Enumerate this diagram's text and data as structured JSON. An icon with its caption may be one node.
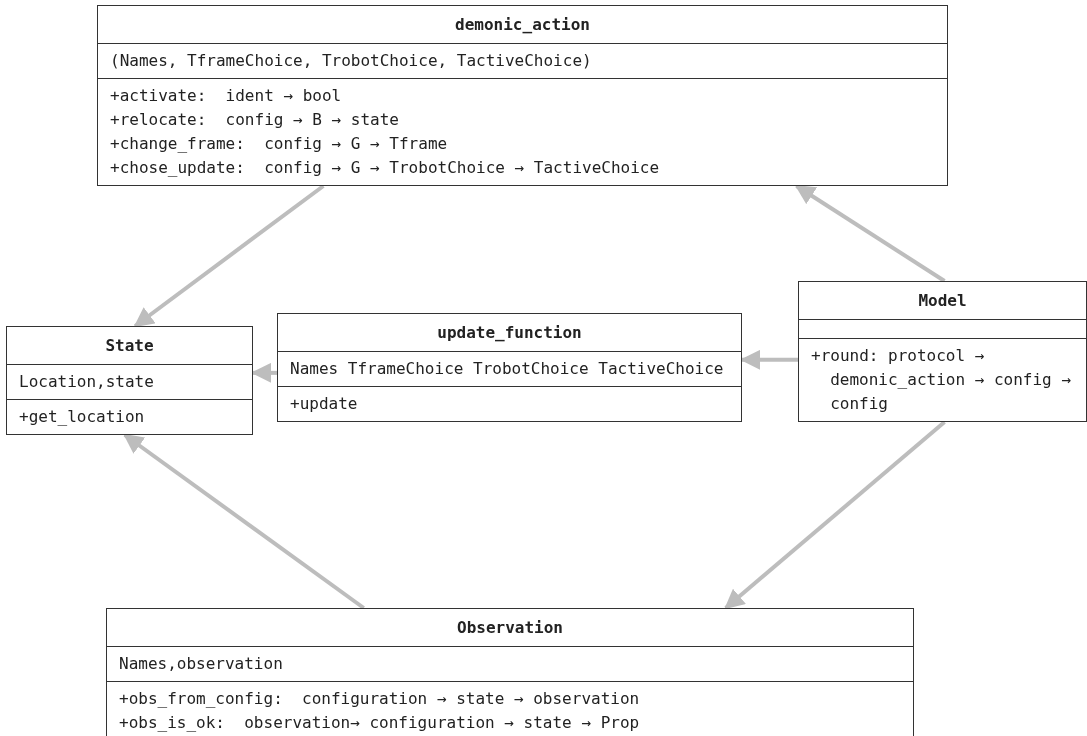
{
  "diagram": {
    "nodes": [
      {
        "text": [
          "demonic_action",
          "(Names, TframeChoice, TrobotChoice, TactiveChoice)",
          "+activate:  ident → bool",
          "+relocate:  config → B → state",
          "+change_frame:  config → G → Tframe",
          "+chose_update:  config → G → TrobotChoice → TactiveChoice"
        ]
      },
      {
        "text": [
          "State",
          "Location,state",
          "+get_location"
        ]
      },
      {
        "text": [
          "update_function",
          "Names TframeChoice TrobotChoice TactiveChoice",
          "+update"
        ]
      },
      {
        "text": [
          "Model",
          "+round: protocol → demonic_action → config → config"
        ]
      },
      {
        "text": [
          "Observation",
          "Names,observation",
          "+obs_from_config:  configuration → state → observation",
          "+obs_is_ok:  observation→ configuration → state → Prop"
        ]
      }
    ],
    "edges": [
      {
        "from": 0,
        "to": 1,
        "arrow": "to"
      },
      {
        "from": 3,
        "to": 0,
        "arrow": "to"
      },
      {
        "from": 2,
        "to": 1,
        "arrow": "to"
      },
      {
        "from": 3,
        "to": 2,
        "arrow": "to"
      },
      {
        "from": 4,
        "to": 1,
        "arrow": "to"
      },
      {
        "from": 3,
        "to": 4,
        "arrow": "to"
      }
    ]
  }
}
